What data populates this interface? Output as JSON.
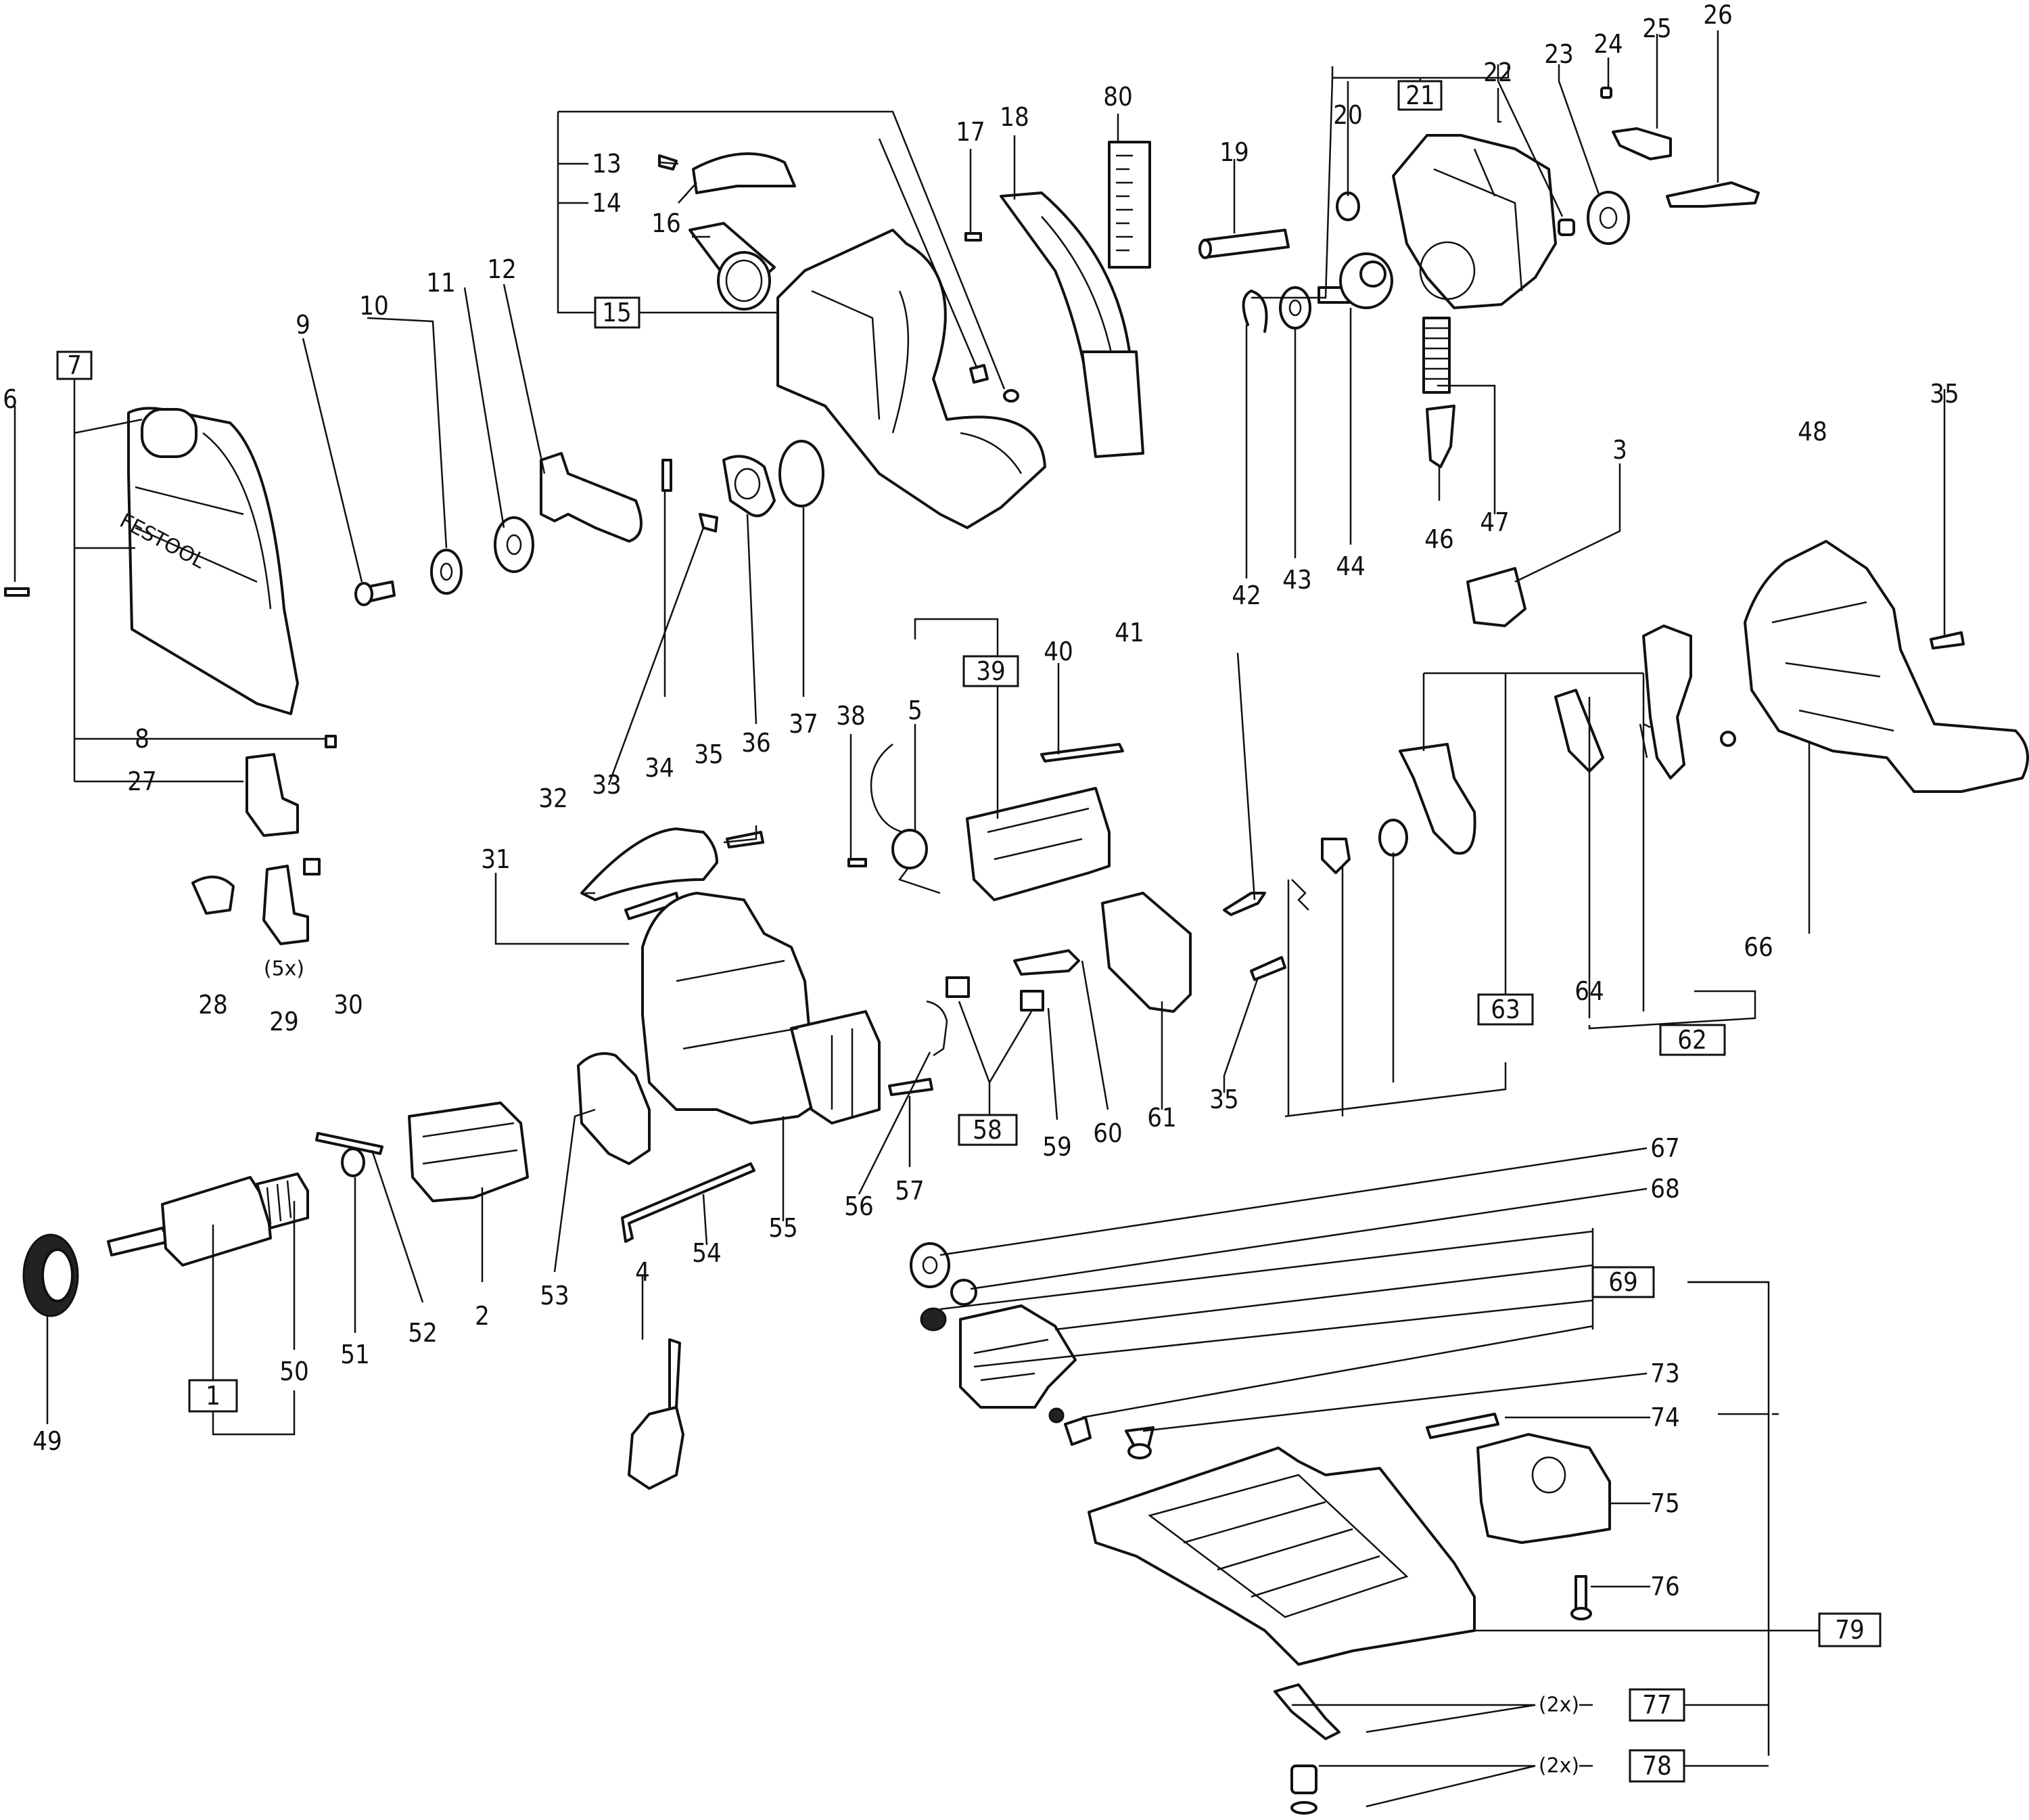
{
  "diagram": {
    "labels": {
      "l1": "1",
      "l2": "2",
      "l3": "3",
      "l4": "4",
      "l5": "5",
      "l6": "6",
      "l7": "7",
      "l8": "8",
      "l9": "9",
      "l10": "10",
      "l11": "11",
      "l12": "12",
      "l13": "13",
      "l14": "14",
      "l15": "15",
      "l16": "16",
      "l17": "17",
      "l18": "18",
      "l19": "19",
      "l20": "20",
      "l21": "21",
      "l22": "22",
      "l23": "23",
      "l24": "24",
      "l25": "25",
      "l26": "26",
      "l27": "27",
      "l28": "28",
      "l29": "29",
      "l30": "30",
      "l31": "31",
      "l32": "32",
      "l33": "33",
      "l34": "34",
      "l35a": "35",
      "l35b": "35",
      "l35c": "35",
      "l36": "36",
      "l37": "37",
      "l38": "38",
      "l39": "39",
      "l40": "40",
      "l41": "41",
      "l42": "42",
      "l43": "43",
      "l44": "44",
      "l46": "46",
      "l47": "47",
      "l48": "48",
      "l49": "49",
      "l50": "50",
      "l51": "51",
      "l52": "52",
      "l53": "53",
      "l54": "54",
      "l55": "55",
      "l56": "56",
      "l57": "57",
      "l58": "58",
      "l59": "59",
      "l60": "60",
      "l61": "61",
      "l62": "62",
      "l63": "63",
      "l64": "64",
      "l66": "66",
      "l67": "67",
      "l68": "68",
      "l69": "69",
      "l73": "73",
      "l74": "74",
      "l75": "75",
      "l76": "76",
      "l77": "77",
      "l78": "78",
      "l79": "79",
      "l80": "80"
    },
    "notes": {
      "qty_29": "(5x)",
      "qty_77": "(2x)",
      "qty_78": "(2x)"
    },
    "brand_text": "FESTOOL",
    "colors": {
      "ink": "#111111",
      "background": "#ffffff"
    }
  }
}
